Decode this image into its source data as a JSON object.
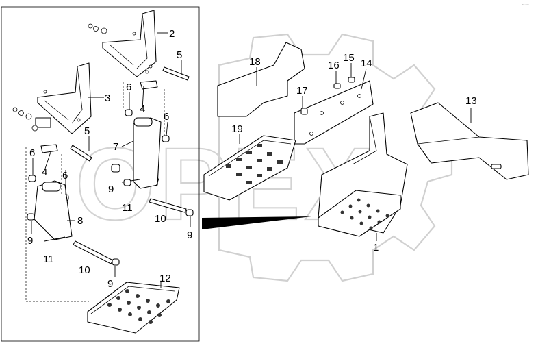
{
  "corner_mark": "ᵃᵇᶜ ⁹⁹⁹",
  "watermark": "OPEX",
  "callouts": [
    "1",
    "2",
    "3",
    "4",
    "4",
    "5",
    "5",
    "6",
    "6",
    "6",
    "6",
    "7",
    "8",
    "9",
    "9",
    "9",
    "9",
    "10",
    "10",
    "11",
    "11",
    "12",
    "13",
    "14",
    "15",
    "16",
    "17",
    "18",
    "19"
  ]
}
